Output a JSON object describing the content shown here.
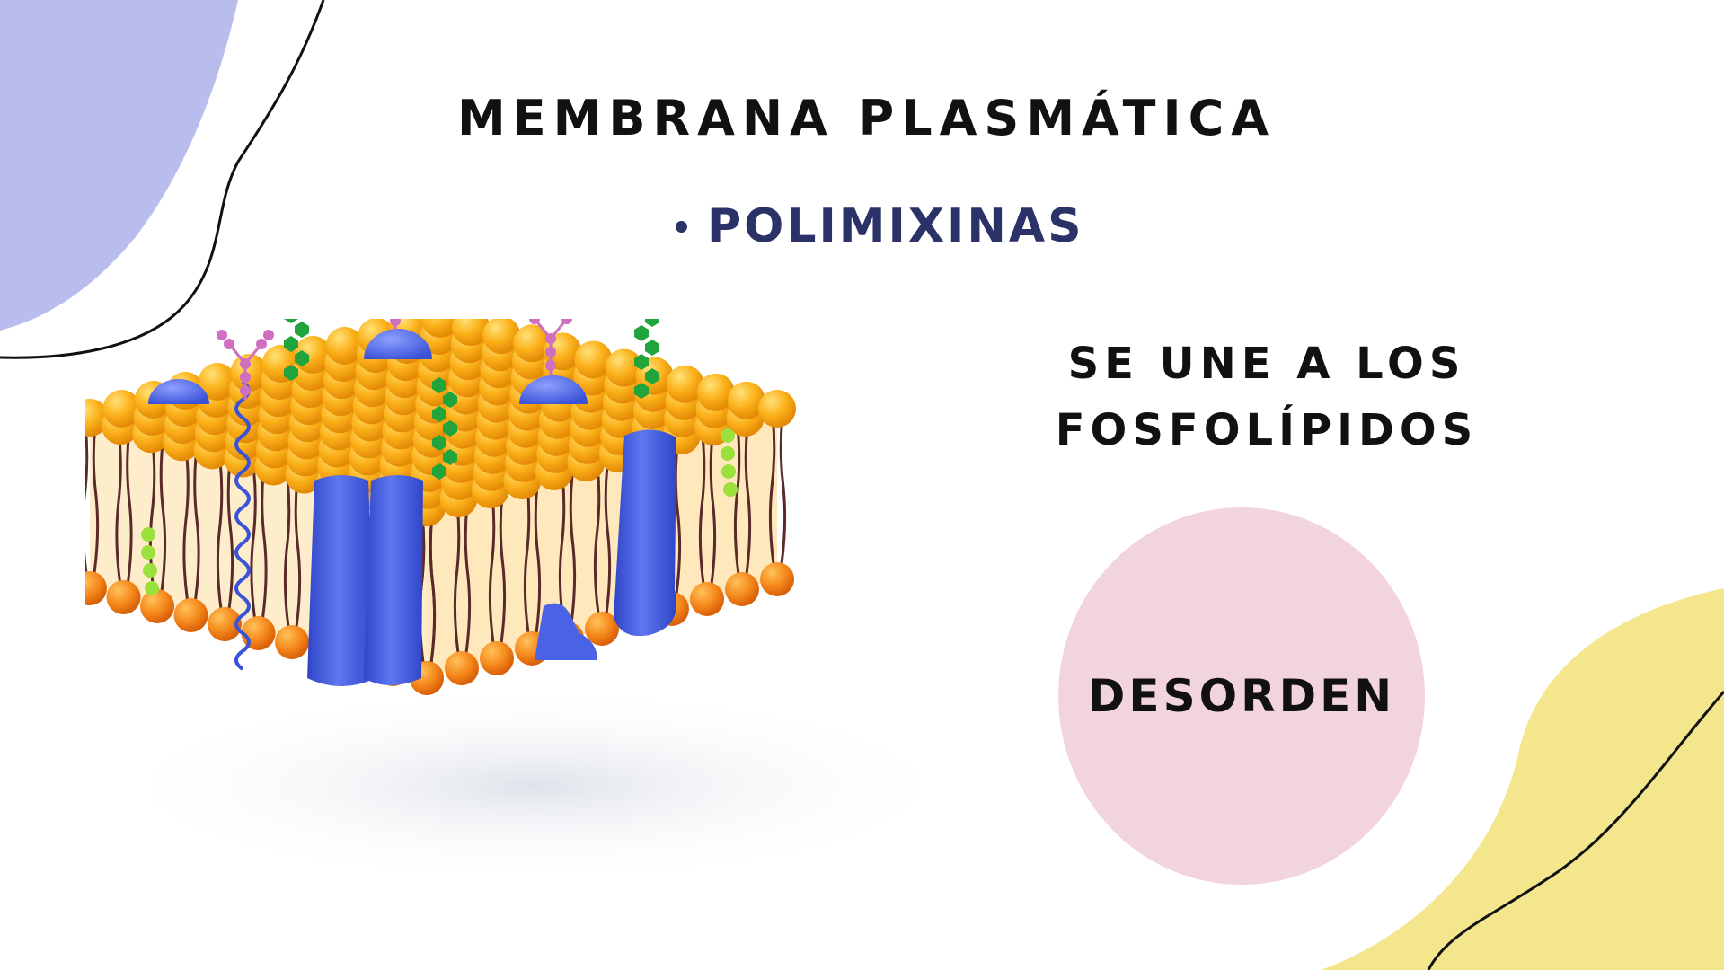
{
  "slide": {
    "title": "MEMBRANA PLASMÁTICA",
    "bullet": "POLIMIXINAS",
    "description_lines": [
      "SE UNE A LOS",
      "FOSFOLÍPIDOS"
    ],
    "circle_label": "DESORDEN"
  },
  "diagram": {
    "subject": "plasma membrane lipid bilayer illustration",
    "icons": [
      "phospholipid-head-icon",
      "protein-channel-icon",
      "glycoprotein-icon",
      "glycolipid-chain-icon",
      "cholesterol-icon"
    ]
  },
  "colors": {
    "background": "#ffffff",
    "title_text": "#111111",
    "bullet_text": "#2a3268",
    "blob_lavender": "#b9bdee",
    "blob_yellow": "#f3e68d",
    "circle_pink": "#f2d4de",
    "lipid_head": "#fbb11a",
    "lipid_head_bottom": "#f5871a",
    "protein_blue": "#4a63e6",
    "glyco_green": "#22a43c",
    "glyco_pink": "#cf6fc0"
  }
}
